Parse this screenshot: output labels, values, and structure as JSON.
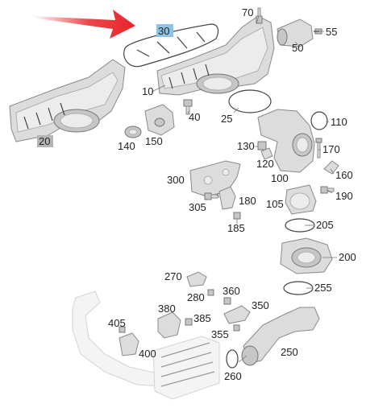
{
  "colors": {
    "arrow": "#e8242a",
    "highlight_blue": "#8fc3e4",
    "highlight_grey": "#b5b5b5",
    "part_fill": "#dcdcdc",
    "part_stroke": "#8a8a8a"
  },
  "labels": {
    "p10": "10",
    "p20": "20",
    "p25": "25",
    "p30": "30",
    "p40": "40",
    "p50": "50",
    "p55": "55",
    "p70": "70",
    "p100": "100",
    "p105": "105",
    "p110": "110",
    "p120": "120",
    "p130": "130",
    "p140": "140",
    "p150": "150",
    "p160": "160",
    "p170": "170",
    "p180": "180",
    "p185": "185",
    "p190": "190",
    "p200": "200",
    "p205": "205",
    "p250": "250",
    "p255": "255",
    "p260": "260",
    "p270": "270",
    "p280": "280",
    "p300": "300",
    "p305": "305",
    "p350": "350",
    "p355": "355",
    "p360": "360",
    "p380": "380",
    "p385": "385",
    "p400": "400",
    "p405": "405"
  }
}
